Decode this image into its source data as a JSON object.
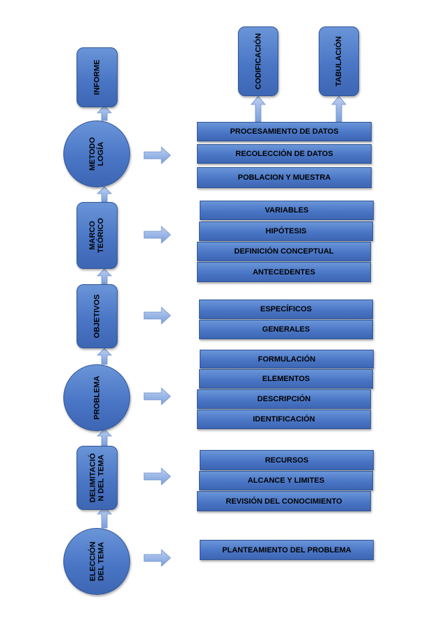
{
  "left_column": {
    "informe": "INFORME",
    "metodologia": "METODO\nLOGÍA",
    "marco_teorico": "MARCO\nTEÓRICO",
    "objetivos": "OBJETIVOS",
    "problema": "PROBLEMA",
    "delimitacion": "DELIMITACIÓ\nN DEL TEMA",
    "eleccion": "ELECCIÓN\nDEL TEMA"
  },
  "top_boxes": {
    "codificacion": "CODIFICACIÓN",
    "tabulacion": "TABULACIÓN"
  },
  "groups": {
    "metodologia": [
      "PROCESAMIENTO DE DATOS",
      "RECOLECCIÓN DE DATOS",
      "POBLACION Y MUESTRA"
    ],
    "marco_teorico": [
      "VARIABLES",
      "HIPÓTESIS",
      "DEFINICIÓN CONCEPTUAL",
      "ANTECEDENTES"
    ],
    "objetivos": [
      "ESPECÍFICOS",
      "GENERALES"
    ],
    "problema": [
      "FORMULACIÓN",
      "ELEMENTOS",
      "DESCRIPCIÓN",
      "IDENTIFICACIÓN"
    ],
    "delimitacion": [
      "RECURSOS",
      "ALCANCE Y LIMITES",
      "REVISIÓN DEL CONOCIMIENTO"
    ],
    "eleccion": [
      "PLANTEAMIENTO DEL PROBLEMA"
    ]
  },
  "colors": {
    "box_fill": "#4a76c6",
    "box_border": "#2f5597",
    "connector": "#8fb0e0"
  }
}
